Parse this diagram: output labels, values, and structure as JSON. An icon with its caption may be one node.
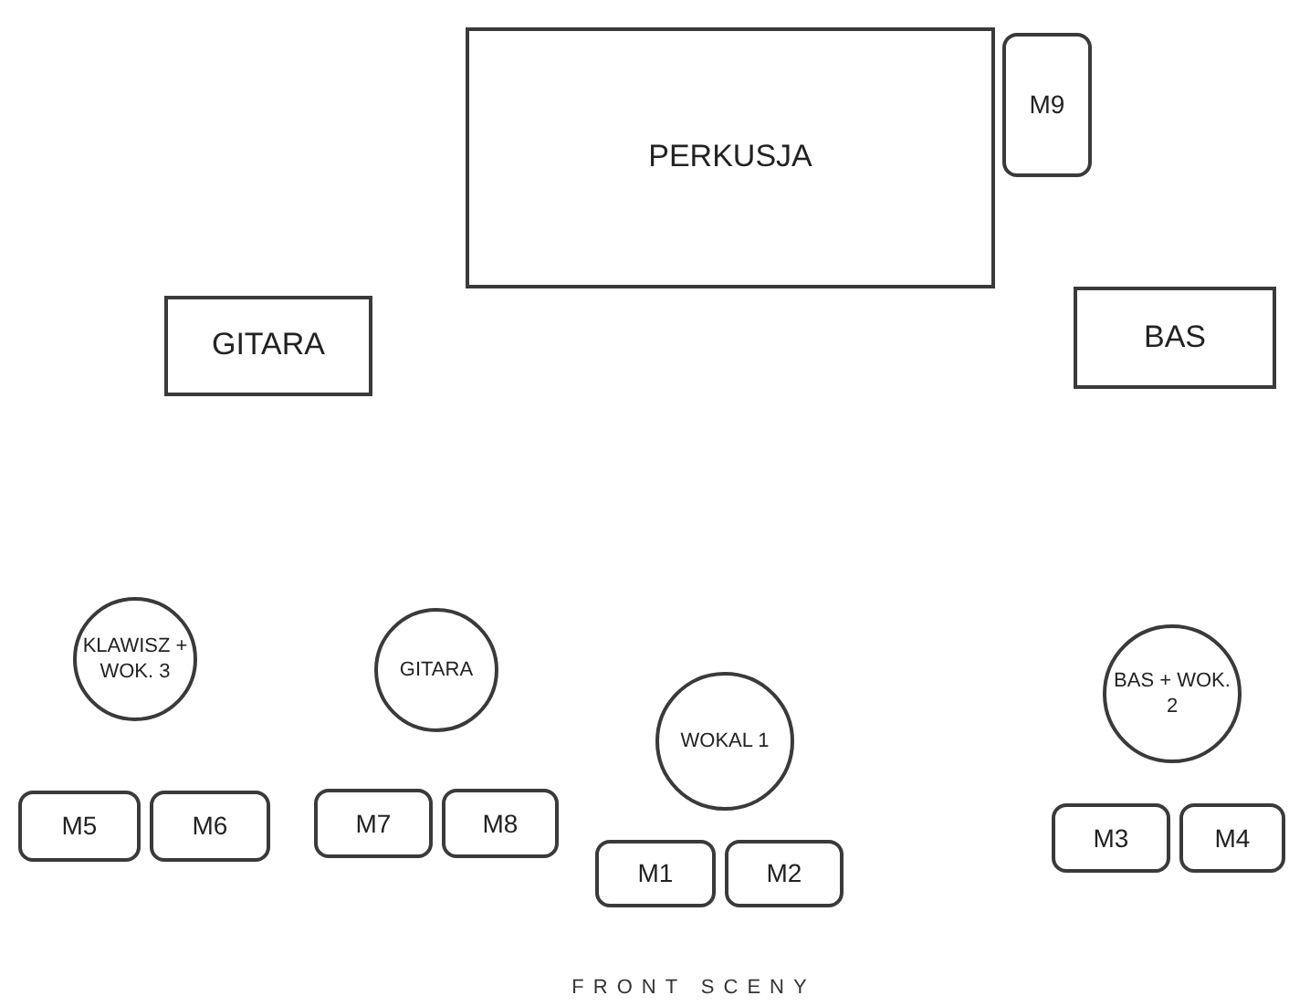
{
  "diagram": {
    "nodes": [
      {
        "text": [
          "PERKUSJA"
        ]
      },
      {
        "text": [
          "M9"
        ]
      },
      {
        "text": [
          "GITARA"
        ]
      },
      {
        "text": [
          "BAS"
        ]
      },
      {
        "text": [
          "KLAWISZ + WOK. 3"
        ]
      },
      {
        "text": [
          "GITARA"
        ]
      },
      {
        "text": [
          "WOKAL 1"
        ]
      },
      {
        "text": [
          "BAS + WOK. 2"
        ]
      },
      {
        "text": [
          "M5"
        ]
      },
      {
        "text": [
          "M6"
        ]
      },
      {
        "text": [
          "M7"
        ]
      },
      {
        "text": [
          "M8"
        ]
      },
      {
        "text": [
          "M1"
        ]
      },
      {
        "text": [
          "M2"
        ]
      },
      {
        "text": [
          "M3"
        ]
      },
      {
        "text": [
          "M4"
        ]
      }
    ],
    "labels": [
      "FRONT SCENY"
    ]
  }
}
